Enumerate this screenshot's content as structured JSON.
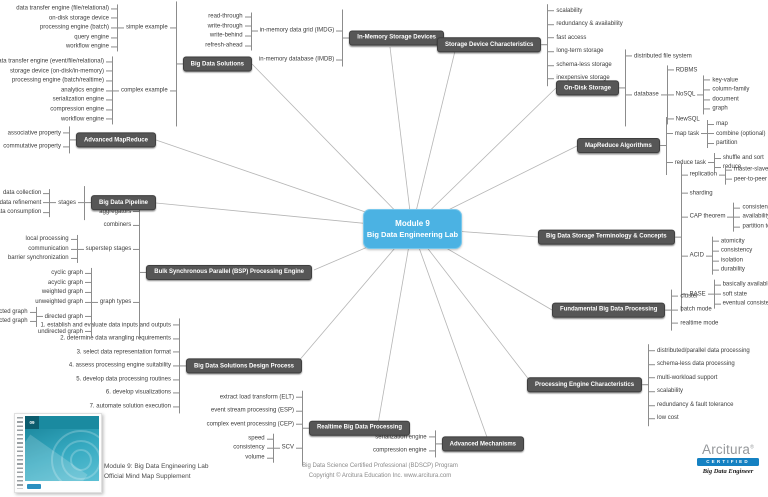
{
  "center": {
    "line1": "Module 9",
    "line2": "Big Data Engineering Lab"
  },
  "colors": {
    "accent_blue": "#4bb2e3",
    "node_gray": "#565656",
    "line_gray": "#8c8c8c",
    "certified_blue": "#1581c2"
  },
  "branches": [
    {
      "id": "big-data-solutions",
      "label": "Big Data Solutions",
      "children": [
        {
          "label": "simple example",
          "children": [
            "data transfer engine (file/relational)",
            "on-disk storage device",
            "processing engine (batch)",
            "query engine",
            "workflow engine"
          ]
        },
        {
          "label": "complex example",
          "children": [
            "data transfer engine (event/file/relational)",
            "storage device (on-disk/in-memory)",
            "processing engine (batch/realtime)",
            "analytics engine",
            "serialization engine",
            "compression engine",
            "workflow engine"
          ]
        }
      ]
    },
    {
      "id": "in-memory-storage-devices",
      "label": "In-Memory Storage Devices",
      "children": [
        {
          "label": "in-memory data grid (IMDG)",
          "children": [
            "read-through",
            "write-through",
            "write-behind",
            "refresh-ahead"
          ]
        },
        "in-memory database (IMDB)"
      ]
    },
    {
      "id": "storage-device-characteristics",
      "label": "Storage Device Characteristics",
      "children": [
        "scalability",
        "redundancy & availability",
        "fast access",
        "long-term storage",
        "schema-less storage",
        "inexpensive storage"
      ]
    },
    {
      "id": "on-disk-storage",
      "label": "On-Disk Storage",
      "children": [
        "distributed file system",
        {
          "label": "database",
          "children": [
            "RDBMS",
            {
              "label": "NoSQL",
              "children": [
                "key-value",
                "column-family",
                "document",
                "graph"
              ]
            },
            "NewSQL"
          ]
        }
      ]
    },
    {
      "id": "mapreduce-algorithms",
      "label": "MapReduce Algorithms",
      "children": [
        {
          "label": "map task",
          "children": [
            "map",
            "combine (optional)",
            "partition"
          ]
        },
        {
          "label": "reduce task",
          "children": [
            "shuffle and sort",
            "reduce"
          ]
        }
      ]
    },
    {
      "id": "big-data-storage-terminology-concepts",
      "label": "Big Data Storage Terminology & Concepts",
      "children": [
        {
          "label": "replication",
          "children": [
            "master-slave",
            "peer-to-peer"
          ]
        },
        "sharding",
        {
          "label": "CAP theorem",
          "children": [
            "consistency",
            "availability",
            "partition tolerance"
          ]
        },
        {
          "label": "ACID",
          "children": [
            "atomicity",
            "consistency",
            "isolation",
            "durability"
          ]
        },
        {
          "label": "BASE",
          "children": [
            "basically available",
            "soft state",
            "eventual consistency"
          ]
        }
      ]
    },
    {
      "id": "fundamental-big-data-processing",
      "label": "Fundamental Big Data Processing",
      "children": [
        "cluster",
        "batch mode",
        "realtime mode"
      ]
    },
    {
      "id": "processing-engine-characteristics",
      "label": "Processing Engine Characteristics",
      "children": [
        "distributed/parallel data processing",
        "schema-less data processing",
        "multi-workload support",
        "scalability",
        "redundancy & fault tolerance",
        "low cost"
      ]
    },
    {
      "id": "advanced-mechanisms",
      "label": "Advanced Mechanisms",
      "children": [
        "serialization engine",
        "compression engine"
      ]
    },
    {
      "id": "realtime-big-data-processing",
      "label": "Realtime Big Data Processing",
      "children": [
        "extract load transform (ELT)",
        "event stream processing (ESP)",
        "complex event processing (CEP)",
        {
          "label": "SCV",
          "children": [
            "speed",
            "consistency",
            "volume"
          ]
        }
      ]
    },
    {
      "id": "big-data-solutions-design-process",
      "label": "Big Data Solutions Design Process",
      "children": [
        "1. establish and evaluate data inputs and outputs",
        "2. determine data wrangling requirements",
        "3. select data representation format",
        "4. assess processing engine suitability",
        "5. develop data processing routines",
        "6. develop visualizations",
        "7. automate solution execution"
      ]
    },
    {
      "id": "bulk-synchronous-parallel-bsp-processing-engine",
      "label": "Bulk Synchronous Parallel (BSP) Processing Engine",
      "children": [
        "aggregators",
        "combiners",
        {
          "label": "superstep stages",
          "children": [
            "local processing",
            "communication",
            "barrier synchronization"
          ]
        },
        {
          "label": "graph types",
          "children": [
            "cyclic graph",
            "acyclic graph",
            "weighted graph",
            "unweighted graph",
            {
              "label": "directed graph",
              "children": [
                "uni-directed graph",
                "bi-directed graph"
              ]
            },
            "undirected graph"
          ]
        }
      ]
    },
    {
      "id": "big-data-pipeline",
      "label": "Big Data Pipeline",
      "children": [
        {
          "label": "stages",
          "children": [
            "data collection",
            "data refinement",
            "data consumption"
          ]
        }
      ]
    },
    {
      "id": "advanced-mapreduce",
      "label": "Advanced MapReduce",
      "children": [
        "associative property",
        "commutative property"
      ]
    }
  ],
  "footer": {
    "book": {
      "badge": "09"
    },
    "supplement": {
      "line1": "Module 9: Big Data Engineering Lab",
      "line2": "Official Mind Map Supplement"
    },
    "program": {
      "line1": "Big Data Science Certified Professional (BDSCP) Program",
      "line2": "Copyright © Arcitura Education Inc. www.arcitura.com"
    },
    "logo": {
      "brand": "Arcitura",
      "registered": "®",
      "certified": "CERTIFIED",
      "tagline": "Big Data Engineer"
    }
  }
}
